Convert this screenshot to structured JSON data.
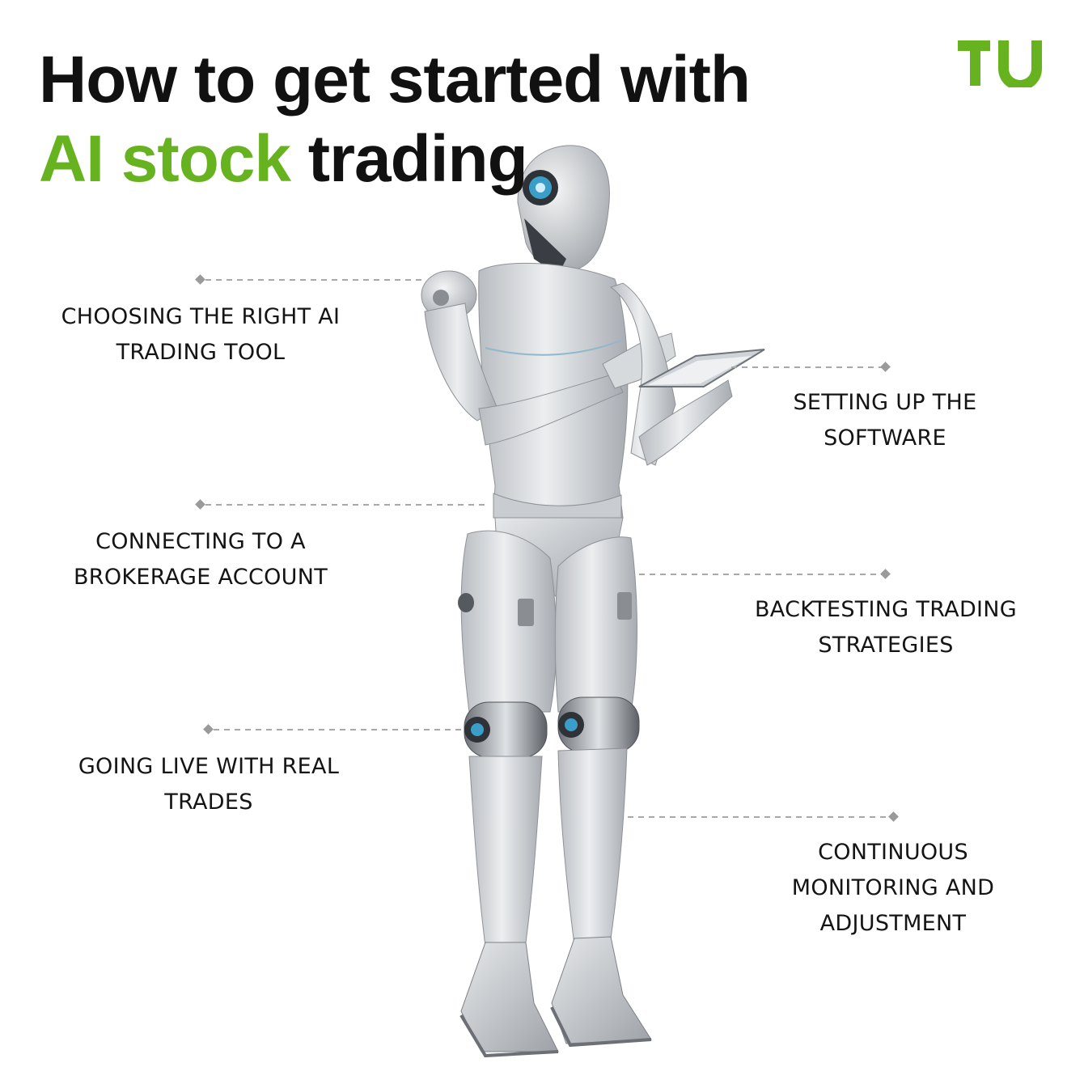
{
  "title": {
    "line1": "How to get started with",
    "highlight": "AI stock",
    "rest": "trading"
  },
  "logo": {
    "text": "TU"
  },
  "steps": [
    {
      "line1": "CHOOSING THE RIGHT AI",
      "line2": "TRADING TOOL"
    },
    {
      "line1": "SETTING UP THE",
      "line2": "SOFTWARE"
    },
    {
      "line1": "CONNECTING TO A",
      "line2": "BROKERAGE ACCOUNT"
    },
    {
      "line1": "BACKTESTING TRADING",
      "line2": "STRATEGIES"
    },
    {
      "line1": "GOING LIVE WITH REAL",
      "line2": "TRADES"
    },
    {
      "line1": "CONTINUOUS",
      "line2": "MONITORING AND",
      "line3": "ADJUSTMENT"
    }
  ],
  "colors": {
    "accent": "#66b21f",
    "text": "#111111",
    "leader": "#a8a8a8"
  }
}
